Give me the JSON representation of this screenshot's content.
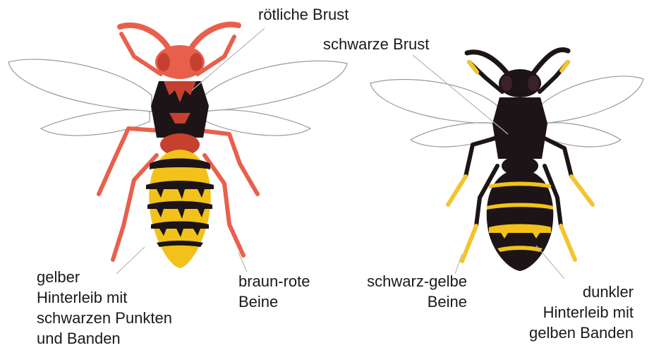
{
  "labels": {
    "roetliche_brust": "rötliche Brust",
    "schwarze_brust": "schwarze Brust",
    "gelber_hinterleib": "gelber\nHinterleib mit\nschwarzen Punkten\nund Banden",
    "braun_rote_beine": "braun-rote\nBeine",
    "schwarz_gelbe_beine": "schwarz-gelbe\nBeine",
    "dunkler_hinterleib": "dunkler\nHinterleib mit\ngelben Banden"
  },
  "colors": {
    "hornet_red": "#e8604c",
    "hornet_dark_red": "#c6402f",
    "body_black": "#1c1416",
    "yellow": "#f2c21b",
    "leg_yellow": "#f4c430",
    "wing_outline": "#9a9a9a",
    "pointer_line": "#b8b8b8"
  }
}
